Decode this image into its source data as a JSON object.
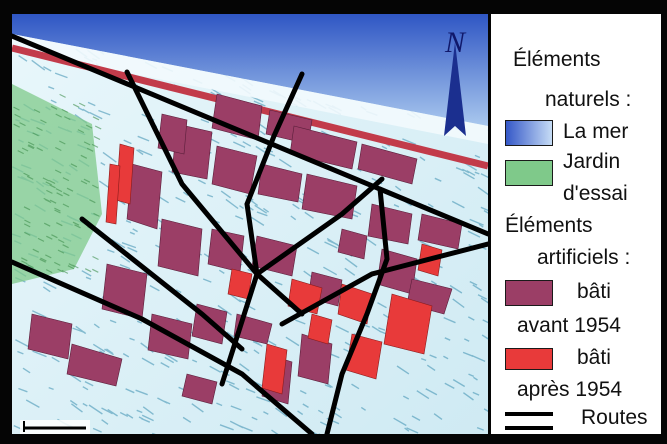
{
  "legend": {
    "natural_heading_1": "Éléments",
    "natural_heading_2": "naturels :",
    "sea_label": "La mer",
    "garden_label_1": "Jardin",
    "garden_label_2": "d'essai",
    "artificial_heading_1": "Éléments",
    "artificial_heading_2": "artificiels :",
    "built_before_label_1": "bâti",
    "built_before_label_2": "avant 1954",
    "built_after_label_1": "bâti",
    "built_after_label_2": "après 1954",
    "roads_label": "Routes"
  },
  "map": {
    "north_label": "N"
  },
  "colors": {
    "sea": "#3f63c4",
    "garden": "#7fc98a",
    "built_before_1954": "#9b3e66",
    "built_after_1954": "#e83a3a",
    "roads": "#000000",
    "coast_road": "#c23b4a",
    "background_texture": "#dff3f8"
  },
  "icons": [
    "north-arrow-icon",
    "scale-bar-icon"
  ]
}
